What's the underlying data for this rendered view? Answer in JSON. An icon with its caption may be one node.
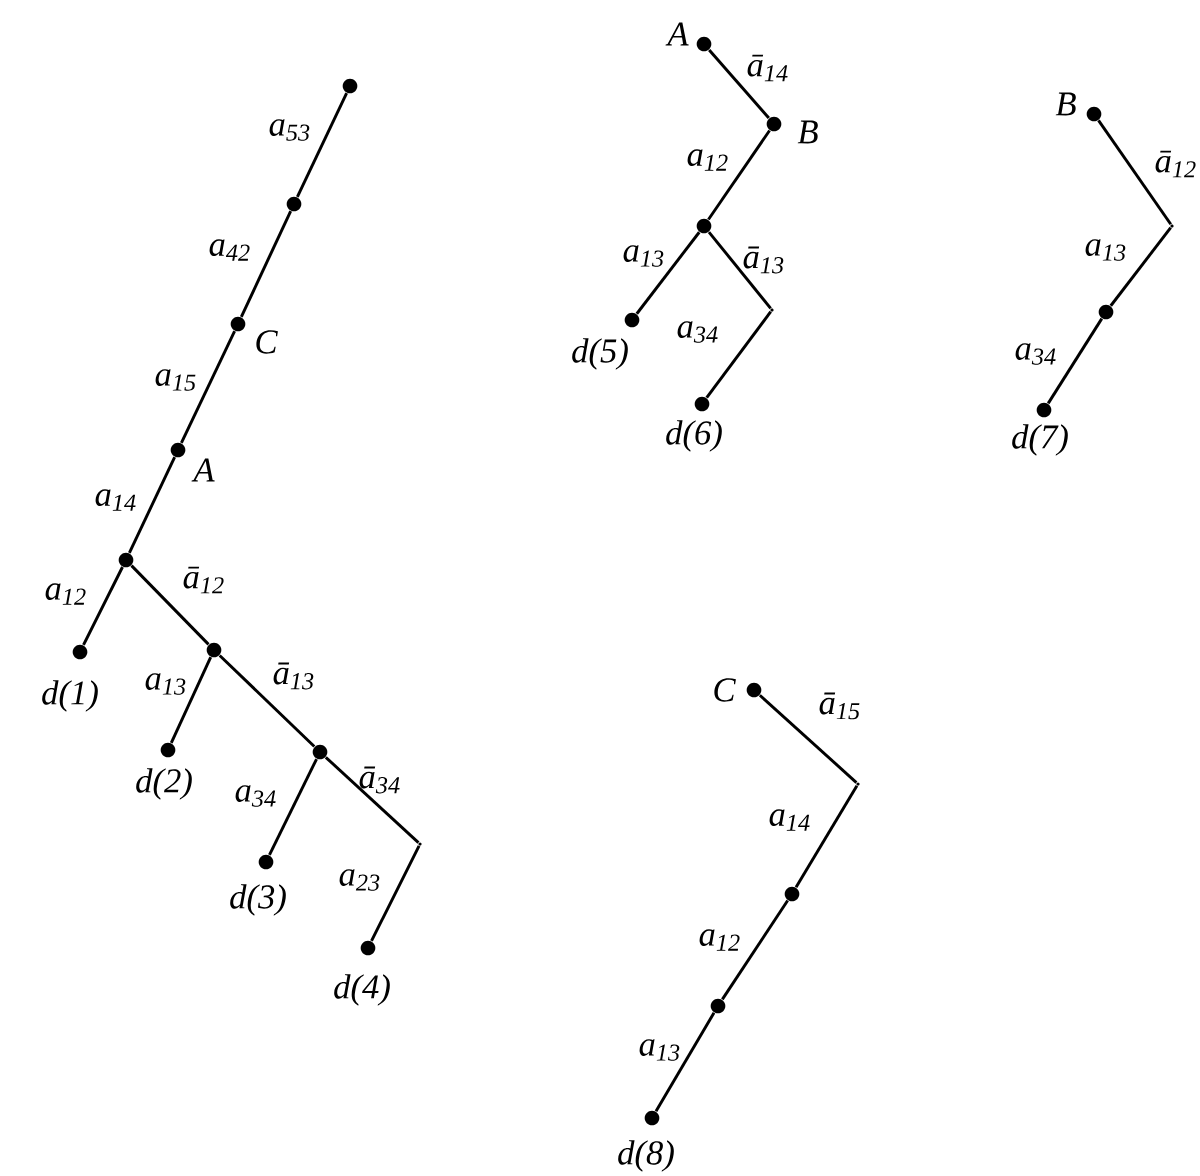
{
  "diagram": {
    "nodes": [
      {
        "text": [],
        "shape": "circle"
      },
      {
        "text": [],
        "shape": "circle"
      },
      {
        "text": [
          "C"
        ]
      },
      {
        "text": [
          "A"
        ]
      },
      {
        "text": [],
        "shape": "circle"
      },
      {
        "text": [
          "d(1)"
        ]
      },
      {
        "text": [],
        "shape": "circle"
      },
      {
        "text": [
          "d(2)"
        ]
      },
      {
        "text": [],
        "shape": "circle"
      },
      {
        "text": [
          "d(3)"
        ]
      },
      {
        "text": [],
        "shape": "point"
      },
      {
        "text": [
          "d(4)"
        ]
      },
      {
        "text": [
          "A"
        ]
      },
      {
        "text": [
          "B"
        ]
      },
      {
        "text": [],
        "shape": "circle"
      },
      {
        "text": [
          "d(5)"
        ]
      },
      {
        "text": [],
        "shape": "point"
      },
      {
        "text": [
          "d(6)"
        ]
      },
      {
        "text": [
          "B"
        ]
      },
      {
        "text": [],
        "shape": "point"
      },
      {
        "text": [],
        "shape": "circle"
      },
      {
        "text": [
          "d(7)"
        ]
      },
      {
        "text": [
          "C"
        ]
      },
      {
        "text": [],
        "shape": "point"
      },
      {
        "text": [],
        "shape": "circle"
      },
      {
        "text": [],
        "shape": "circle"
      },
      {
        "text": [
          "d(8)"
        ]
      }
    ],
    "edges": [
      {
        "from": 0,
        "to": 1,
        "arrow": "none",
        "label": "a$_{53}$"
      },
      {
        "from": 1,
        "to": 2,
        "arrow": "none",
        "label": "a$_{42}$"
      },
      {
        "from": 2,
        "to": 3,
        "arrow": "none",
        "label": "a$_{15}$"
      },
      {
        "from": 3,
        "to": 4,
        "arrow": "none",
        "label": "a$_{14}$"
      },
      {
        "from": 4,
        "to": 5,
        "arrow": "none",
        "label": "a$_{12}$"
      },
      {
        "from": 4,
        "to": 6,
        "arrow": "none",
        "label": "ā$_{12}$"
      },
      {
        "from": 6,
        "to": 7,
        "arrow": "none",
        "label": "a$_{13}$"
      },
      {
        "from": 6,
        "to": 8,
        "arrow": "none",
        "label": "ā$_{13}$"
      },
      {
        "from": 8,
        "to": 9,
        "arrow": "none",
        "label": "a$_{34}$"
      },
      {
        "from": 8,
        "to": 10,
        "arrow": "none",
        "label": "ā$_{34}$"
      },
      {
        "from": 10,
        "to": 11,
        "arrow": "none",
        "label": "a$_{23}$"
      },
      {
        "from": 12,
        "to": 13,
        "arrow": "none",
        "label": "ā$_{14}$"
      },
      {
        "from": 13,
        "to": 14,
        "arrow": "none",
        "label": "a$_{12}$"
      },
      {
        "from": 14,
        "to": 15,
        "arrow": "none",
        "label": "a$_{13}$"
      },
      {
        "from": 14,
        "to": 16,
        "arrow": "none",
        "label": "ā$_{13}$"
      },
      {
        "from": 16,
        "to": 17,
        "arrow": "none",
        "label": "a$_{34}$"
      },
      {
        "from": 18,
        "to": 19,
        "arrow": "none",
        "label": "ā$_{12}$"
      },
      {
        "from": 19,
        "to": 20,
        "arrow": "none",
        "label": "a$_{13}$"
      },
      {
        "from": 20,
        "to": 21,
        "arrow": "none",
        "label": "a$_{34}$"
      },
      {
        "from": 22,
        "to": 23,
        "arrow": "none",
        "label": "ā$_{15}$"
      },
      {
        "from": 23,
        "to": 24,
        "arrow": "none",
        "label": "a$_{14}$"
      },
      {
        "from": 24,
        "to": 25,
        "arrow": "none",
        "label": "a$_{12}$"
      },
      {
        "from": 25,
        "to": 26,
        "arrow": "none",
        "label": "a$_{13}$"
      }
    ]
  }
}
